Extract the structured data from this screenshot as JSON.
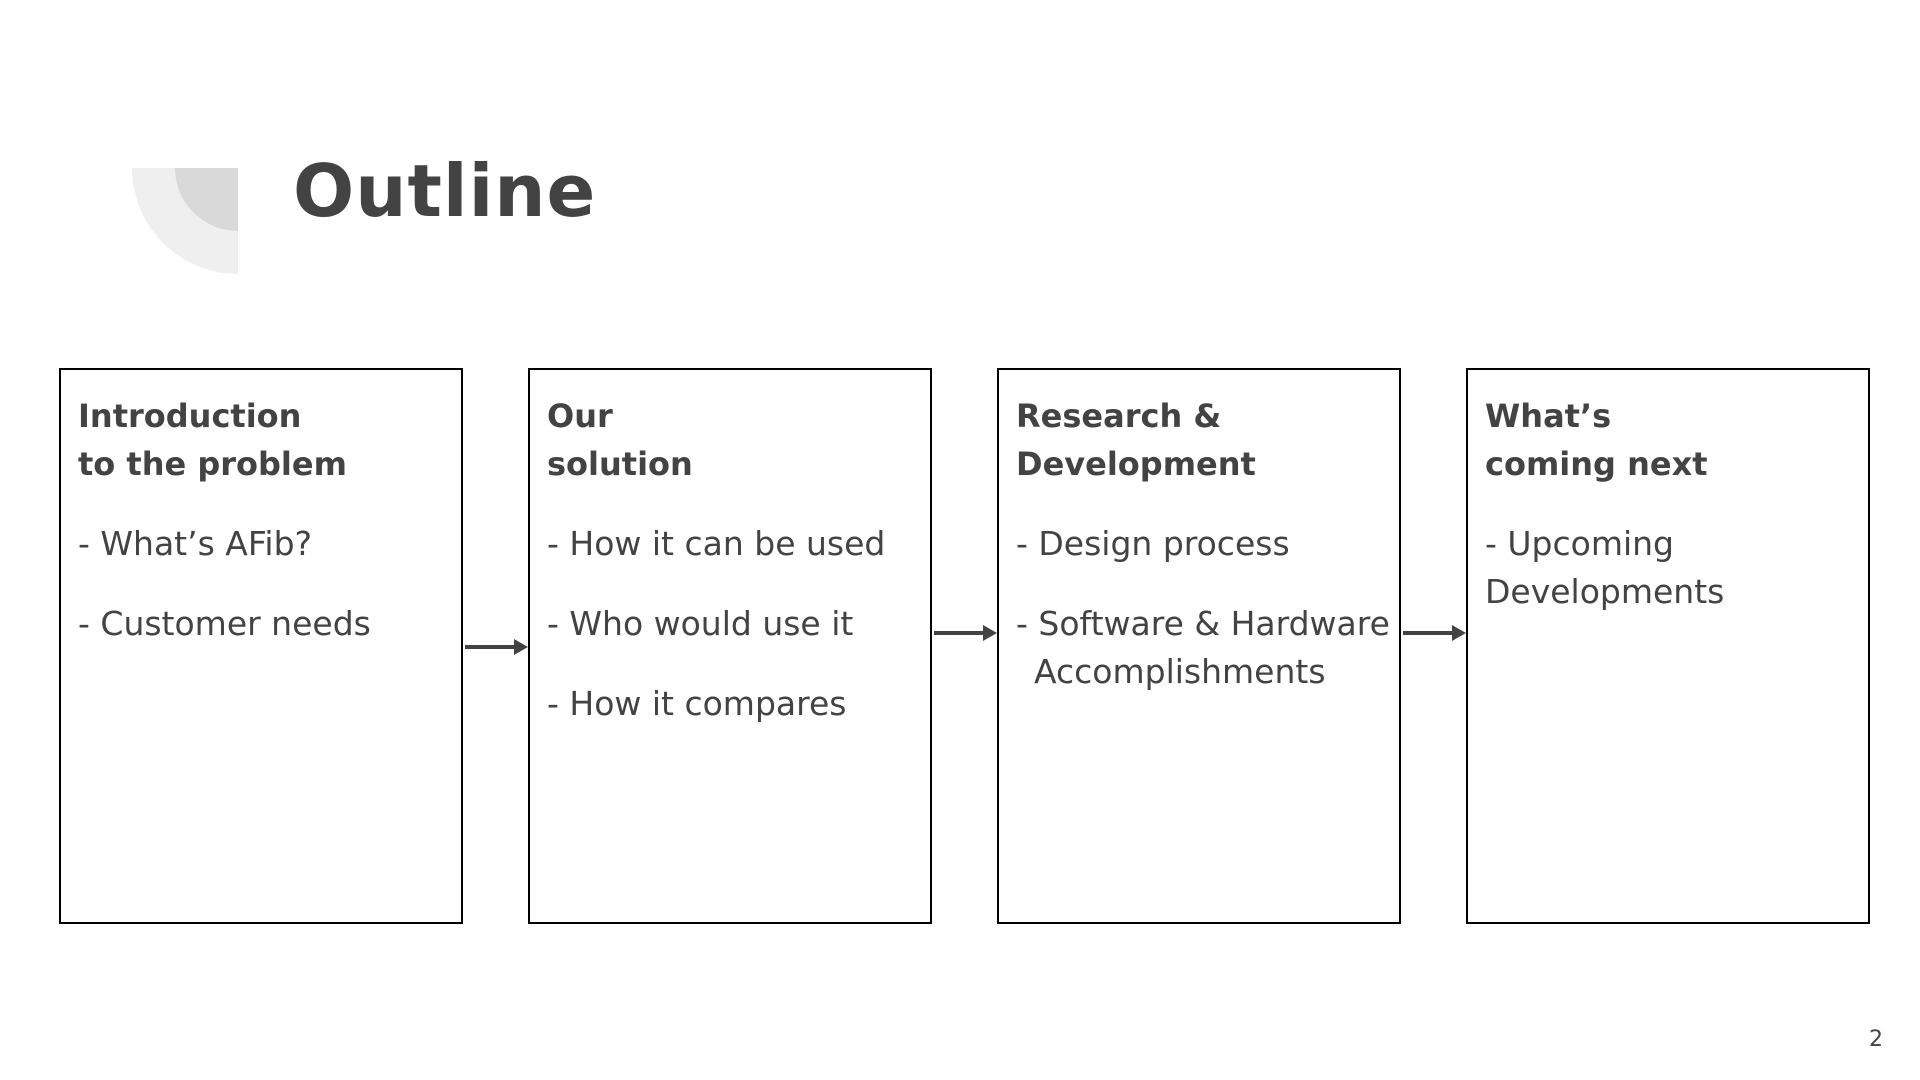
{
  "slide": {
    "title": "Outline",
    "page_number": "2"
  },
  "boxes": [
    {
      "heading_lines": [
        "Introduction",
        "to the problem"
      ],
      "items": [
        {
          "lines": [
            "- What’s AFib?"
          ]
        },
        {
          "lines": [
            "- Customer needs"
          ]
        }
      ]
    },
    {
      "heading_lines": [
        "Our",
        "solution"
      ],
      "items": [
        {
          "lines": [
            "- How it can be used"
          ]
        },
        {
          "lines": [
            "- Who would use it"
          ]
        },
        {
          "lines": [
            "- How it compares"
          ]
        }
      ]
    },
    {
      "heading_lines": [
        "Research &",
        "Development"
      ],
      "items": [
        {
          "lines": [
            "- Design process"
          ]
        },
        {
          "lines": [
            "- Software & Hardware",
            "Accomplishments"
          ]
        }
      ]
    },
    {
      "heading_lines": [
        "What’s",
        "coming next"
      ],
      "items": [
        {
          "lines": [
            "- Upcoming",
            "Developments"
          ]
        }
      ]
    }
  ],
  "colors": {
    "text": "#434343",
    "border": "#000000",
    "decor_light": "#efefef",
    "decor_dark": "#d9d9d9"
  }
}
